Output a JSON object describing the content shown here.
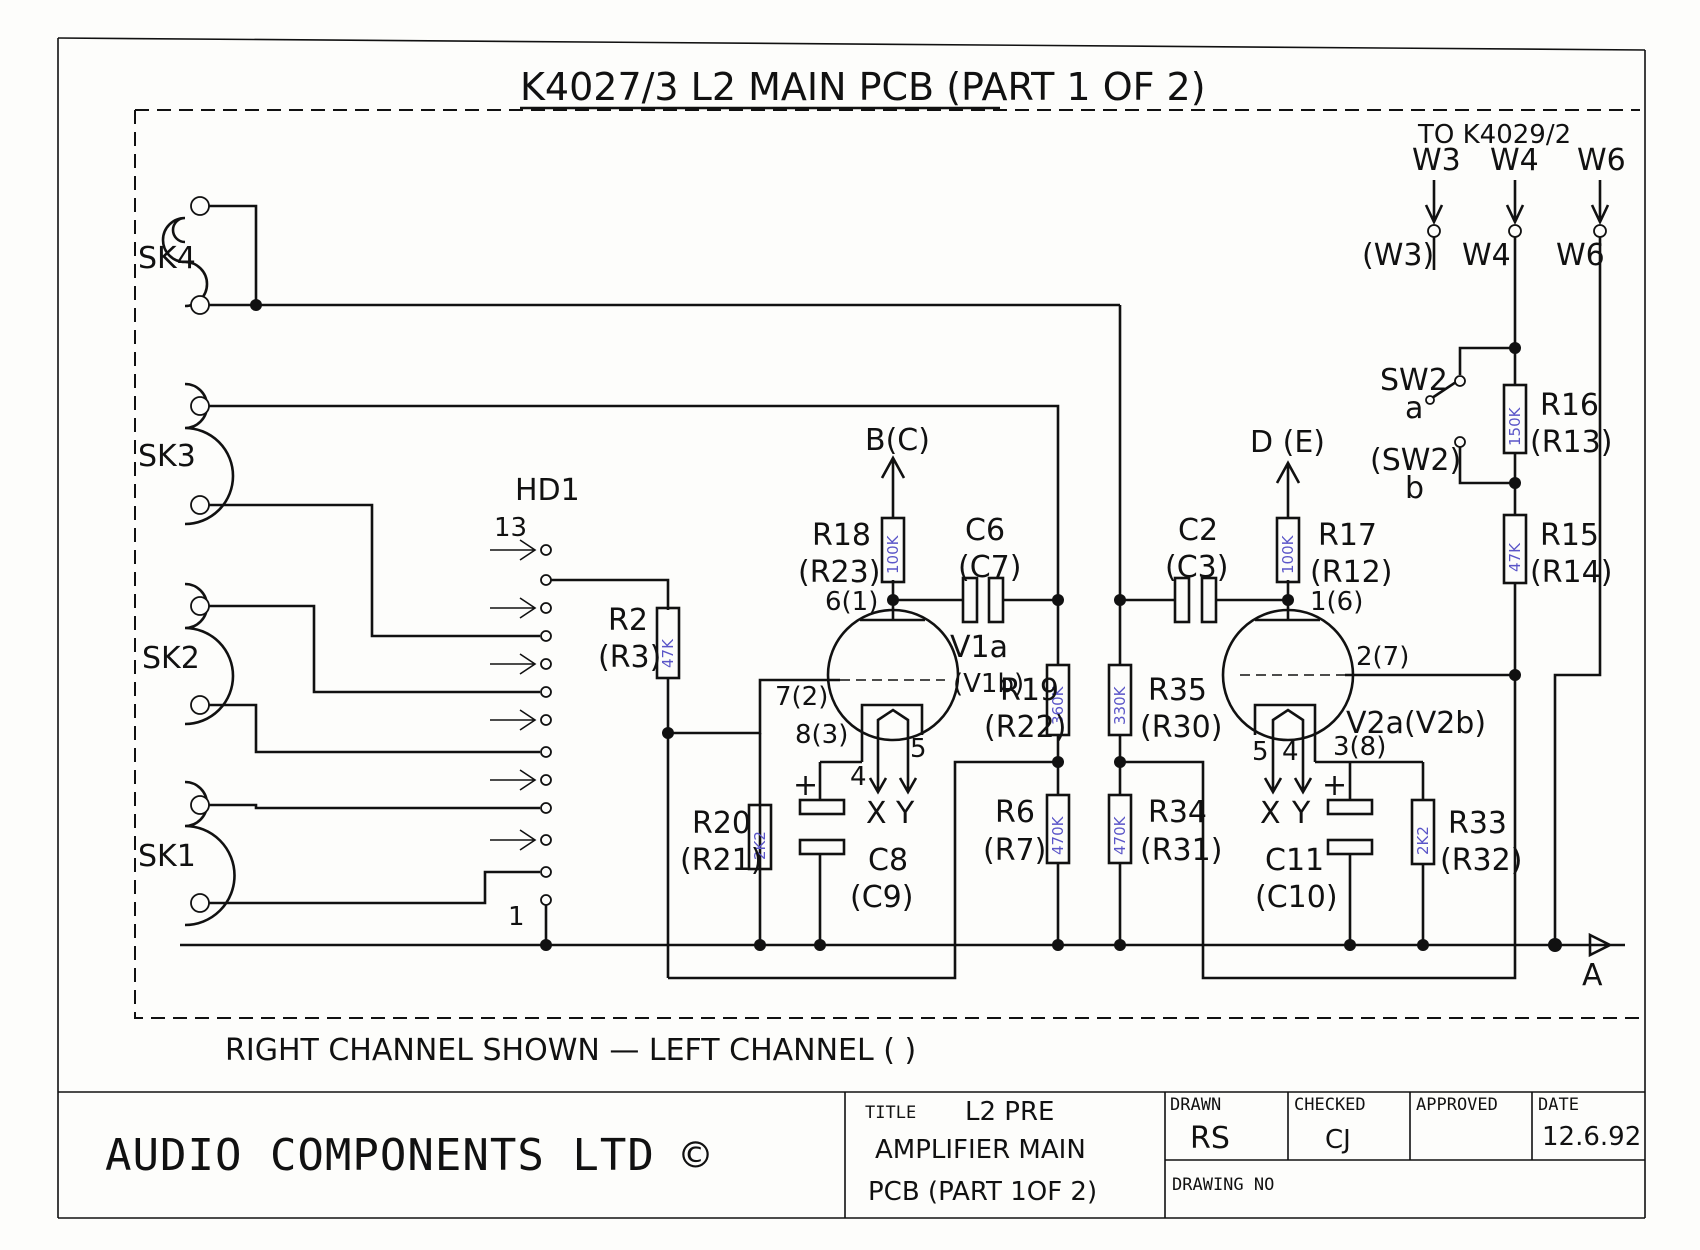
{
  "header": {
    "title": "K4027/3 L2 MAIN PCB (PART 1 OF 2)"
  },
  "connectors": {
    "sockets": [
      "SK4",
      "SK3",
      "SK2",
      "SK1"
    ],
    "header_label": "HD1",
    "header_pin_top": "13",
    "header_pin_bottom": "1"
  },
  "offboard": {
    "to_label": "TO K4029/2",
    "wires": [
      "W3",
      "W4",
      "W6"
    ],
    "pcb_labels": [
      "(W3)",
      "W4",
      "W6"
    ],
    "out_left": "B(C)",
    "out_right": "D (E)",
    "ground": "A"
  },
  "components": {
    "R2": {
      "ref": "R2",
      "alt": "(R3)",
      "value": "47K"
    },
    "R18": {
      "ref": "R18",
      "alt": "(R23)",
      "value": "100K"
    },
    "C6": {
      "ref": "C6",
      "alt": "(C7)"
    },
    "R19": {
      "ref": "R19",
      "alt": "(R22)",
      "value": "360K"
    },
    "R35": {
      "ref": "R35",
      "alt": "(R30)",
      "value": "330K"
    },
    "C2": {
      "ref": "C2",
      "alt": "(C3)"
    },
    "R17": {
      "ref": "R17",
      "alt": "(R12)",
      "value": "100K"
    },
    "R16": {
      "ref": "R16",
      "alt": "(R13)",
      "value": "150K"
    },
    "R15": {
      "ref": "R15",
      "alt": "(R14)",
      "value": "47K"
    },
    "R20": {
      "ref": "R20",
      "alt": "(R21)",
      "value": "2K2"
    },
    "C8": {
      "ref": "C8",
      "alt": "(C9)"
    },
    "R6": {
      "ref": "R6",
      "alt": "(R7)",
      "value": "470K"
    },
    "R34": {
      "ref": "R34",
      "alt": "(R31)",
      "value": "470K"
    },
    "C11": {
      "ref": "C11",
      "alt": "(C10)"
    },
    "R33": {
      "ref": "R33",
      "alt": "(R32)",
      "value": "2K2"
    },
    "V1": {
      "ref": "V1a",
      "alt": "(V1b)",
      "pin_anode": "6(1)",
      "pin_grid": "7(2)",
      "pin_cathode": "8(3)",
      "pin4": "4",
      "pin5": "5"
    },
    "V2": {
      "ref": "V2a(V2b)",
      "pin_anode": "1(6)",
      "pin_grid": "2(7)",
      "pin_cathode": "3(8)",
      "pin4": "4",
      "pin5": "5"
    },
    "SW2": {
      "a": "SW2",
      "a_sub": "a",
      "b": "(SW2)",
      "b_sub": "b"
    },
    "heater_x": "X",
    "heater_y": "Y",
    "plus": "+"
  },
  "footer": {
    "note": "RIGHT CHANNEL SHOWN — LEFT CHANNEL (     )"
  },
  "title_block": {
    "company": "AUDIO COMPONENTS LTD ©",
    "title_label": "TITLE",
    "title_lines": [
      "L2 PRE",
      "AMPLIFIER MAIN",
      "PCB (PART 1OF 2)"
    ],
    "drawn_label": "DRAWN",
    "drawn_value": "RS",
    "checked_label": "CHECKED",
    "checked_value": "CJ",
    "approved_label": "APPROVED",
    "approved_value": "",
    "date_label": "DATE",
    "date_value": "12.6.92",
    "drawing_no_label": "DRAWING NO",
    "drawing_no_value": ""
  }
}
